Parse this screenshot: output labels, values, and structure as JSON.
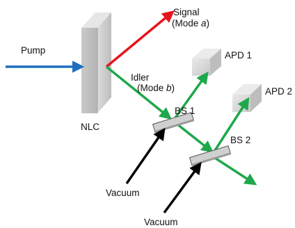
{
  "labels": {
    "pump": "Pump",
    "nlc": "NLC",
    "signal": "Signal",
    "signal_mode_prefix": "(Mode ",
    "signal_mode_letter": "a",
    "signal_mode_suffix": ")",
    "idler": "Idler",
    "idler_mode_prefix": "(Mode ",
    "idler_mode_letter": "b",
    "idler_mode_suffix": ")",
    "apd1": "APD 1",
    "apd2": "APD 2",
    "bs1": "BS 1",
    "bs2": "BS 2",
    "vacuum1": "Vacuum",
    "vacuum2": "Vacuum"
  },
  "colors": {
    "pump_beam": "#1e6fc0",
    "signal_beam": "#e8141c",
    "idler_beam": "#1ea84b",
    "vacuum_beam": "#000000"
  }
}
